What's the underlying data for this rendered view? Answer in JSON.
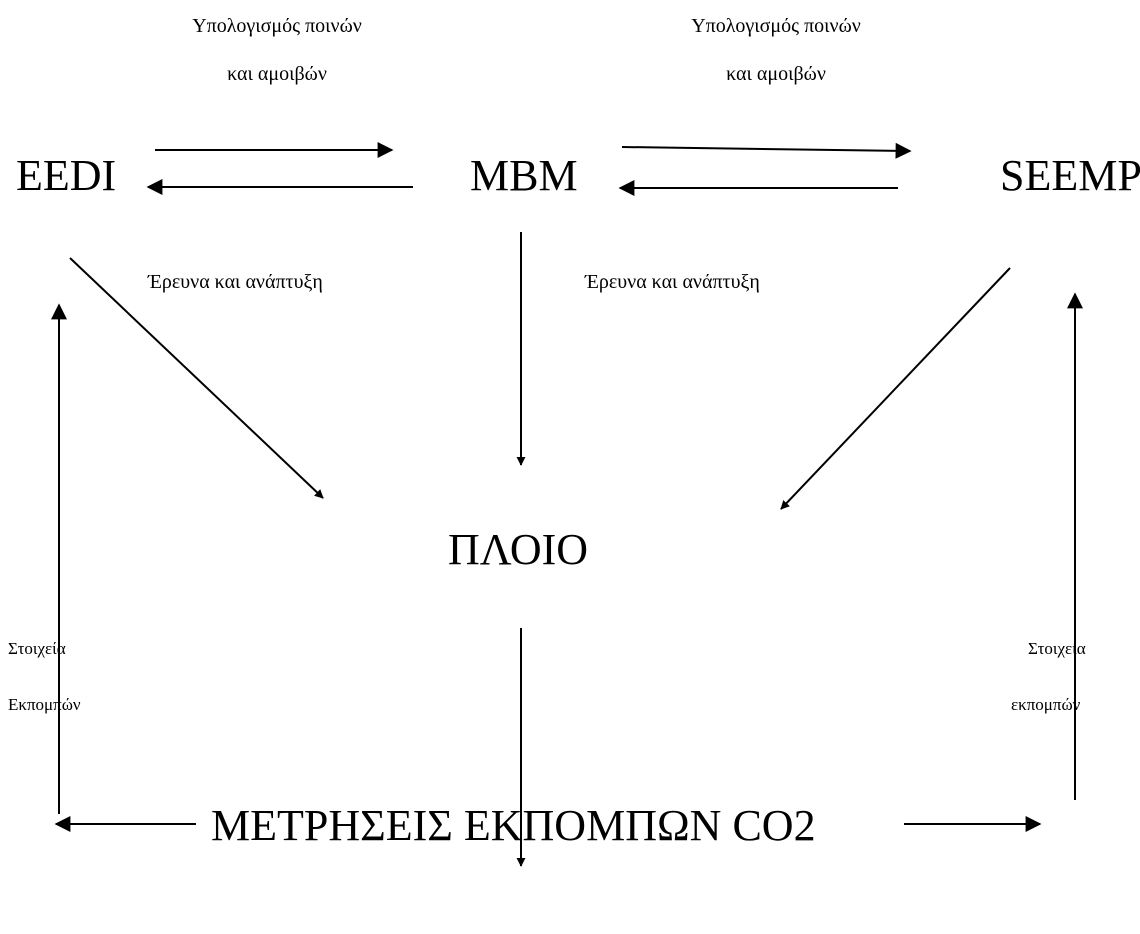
{
  "nodes": {
    "eedi": "EEDI",
    "mbm": "MBM",
    "seemp": "SEEMP",
    "ship": "ΠΛΟΙΟ",
    "measurements": "ΜΕΤΡΗΣΕΙΣ ΕΚΠΟΜΠΩΝ CO2"
  },
  "edge_labels": {
    "penalties_left_line1": "Υπολογισμός ποινών",
    "penalties_left_line2": "και αμοιβών",
    "penalties_right_line1": "Υπολογισμός ποινών",
    "penalties_right_line2": "και αμοιβών",
    "rnd_left": "Έρευνα και ανάπτυξη",
    "rnd_right": "Έρευνα και ανάπτυξη",
    "emissions_left_line1": "Στοιχεία",
    "emissions_left_line2": "Εκπομπών",
    "emissions_right_line1": "Στοιχεία",
    "emissions_right_line2": "εκπομπών"
  }
}
